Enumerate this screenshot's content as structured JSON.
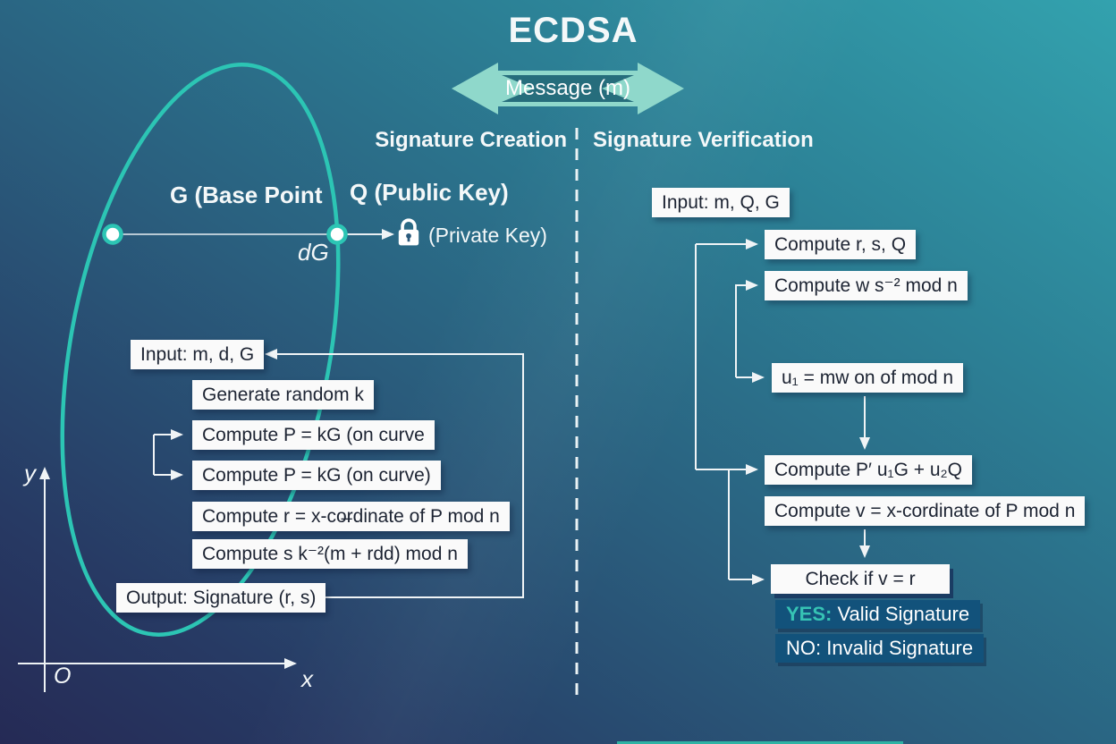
{
  "title": "ECDSA",
  "banner": {
    "message": "Message (m)"
  },
  "headers": {
    "creation": "Signature Creation",
    "verification": "Signature Verification"
  },
  "curve": {
    "base_point": "G (Base Point",
    "public_key": "Q (Public Key)",
    "dg": "dG",
    "private_key": "(Private Key)"
  },
  "axes": {
    "x": "x",
    "y": "y",
    "origin": "O"
  },
  "creation_steps": [
    "Input: m, d, G",
    "Generate random k",
    "Compute P = kG (on curve",
    "Compute P = kG (on curve)",
    "Compute r = x-co̶rdinate of P mod n",
    "Compute s k⁻²(m + rdd) mod n",
    "Output: Signature (r, s)"
  ],
  "verification_steps": [
    "Input: m, Q, G",
    "Compute r, s, Q",
    "Compute w s⁻² mod n",
    "u₁ = mw on of mod n",
    "Compute P′ u₁G + u₂Q",
    "Compute v = x-cordinate of P mod n",
    "Check if v = r"
  ],
  "results": {
    "yes_prefix": "YES:",
    "yes_text": " Valid Signature",
    "no_prefix": "NO:",
    "no_text": " Invalid Signature"
  },
  "colors": {
    "curve_teal": "#2cc5b4",
    "banner_teal": "#8fd8cb",
    "result_bg": "#12527b",
    "yes_accent": "#36c3b4",
    "box_bg": "#fafafa",
    "box_text": "#1d2433",
    "background_top_right": "#33a2ae",
    "background_bottom_left": "#252a55"
  }
}
